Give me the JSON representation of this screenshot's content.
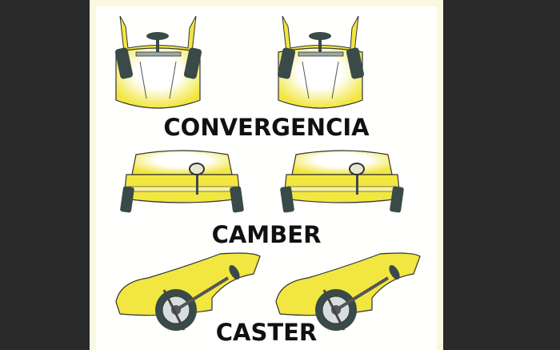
{
  "labels": {
    "toe": "CONVERGENCIA",
    "camber": "CAMBER",
    "caster": "CASTER"
  },
  "colors": {
    "body": "#f2e640",
    "tire": "#3a4a48",
    "background": "#2a2a2a",
    "panel": "#fbf8e2"
  }
}
